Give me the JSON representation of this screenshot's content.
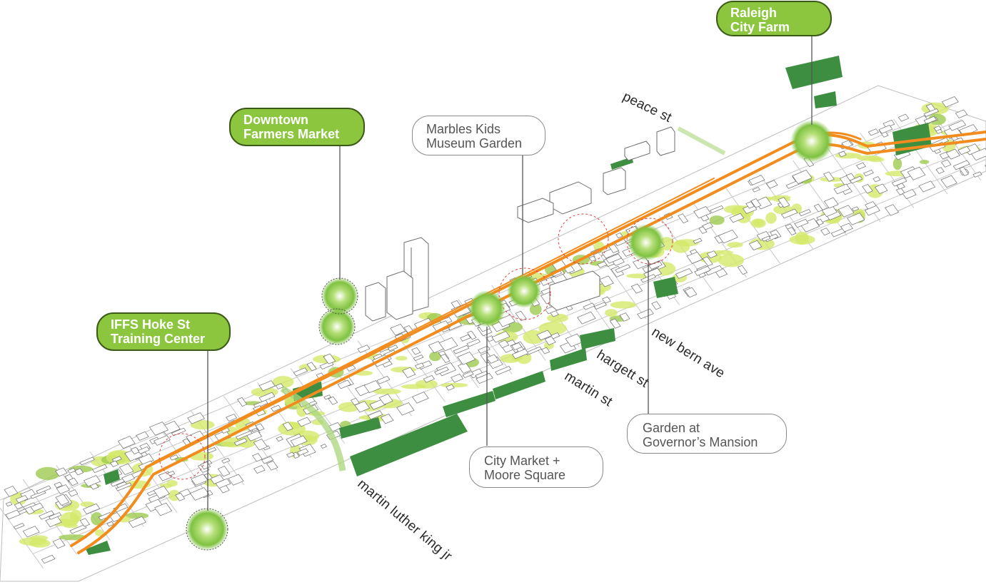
{
  "callouts": {
    "raleigh_city_farm": {
      "line1": "Raleigh",
      "line2": "City Farm",
      "style": "green"
    },
    "downtown_farmers_market": {
      "line1": "Downtown",
      "line2": "Farmers Market",
      "style": "green"
    },
    "marbles_kids_museum_garden": {
      "line1": "Marbles Kids",
      "line2": "Museum Garden",
      "style": "gray"
    },
    "iffs_hoke_st": {
      "line1": "IFFS Hoke St",
      "line2": "Training Center",
      "style": "green"
    },
    "garden_governors_mansion": {
      "line1": "Garden at",
      "line2": "Governor’s Mansion",
      "style": "gray"
    },
    "city_market_moore_square": {
      "line1": "City Market +",
      "line2": "Moore Square",
      "style": "gray"
    }
  },
  "streets": {
    "peace_st": "peace st",
    "new_bern_ave": "new bern ave",
    "hargett_st": "hargett st",
    "martin_st": "martin st",
    "martin_luther_king_jr": "martin luther king jr"
  },
  "colors": {
    "corridor_orange": "#f28c1e",
    "site_glow": "#7fc241",
    "park_dark_green": "#3e8e41",
    "vegetation_lime": "#d4e86a",
    "building_outline": "#6e6e6e"
  }
}
